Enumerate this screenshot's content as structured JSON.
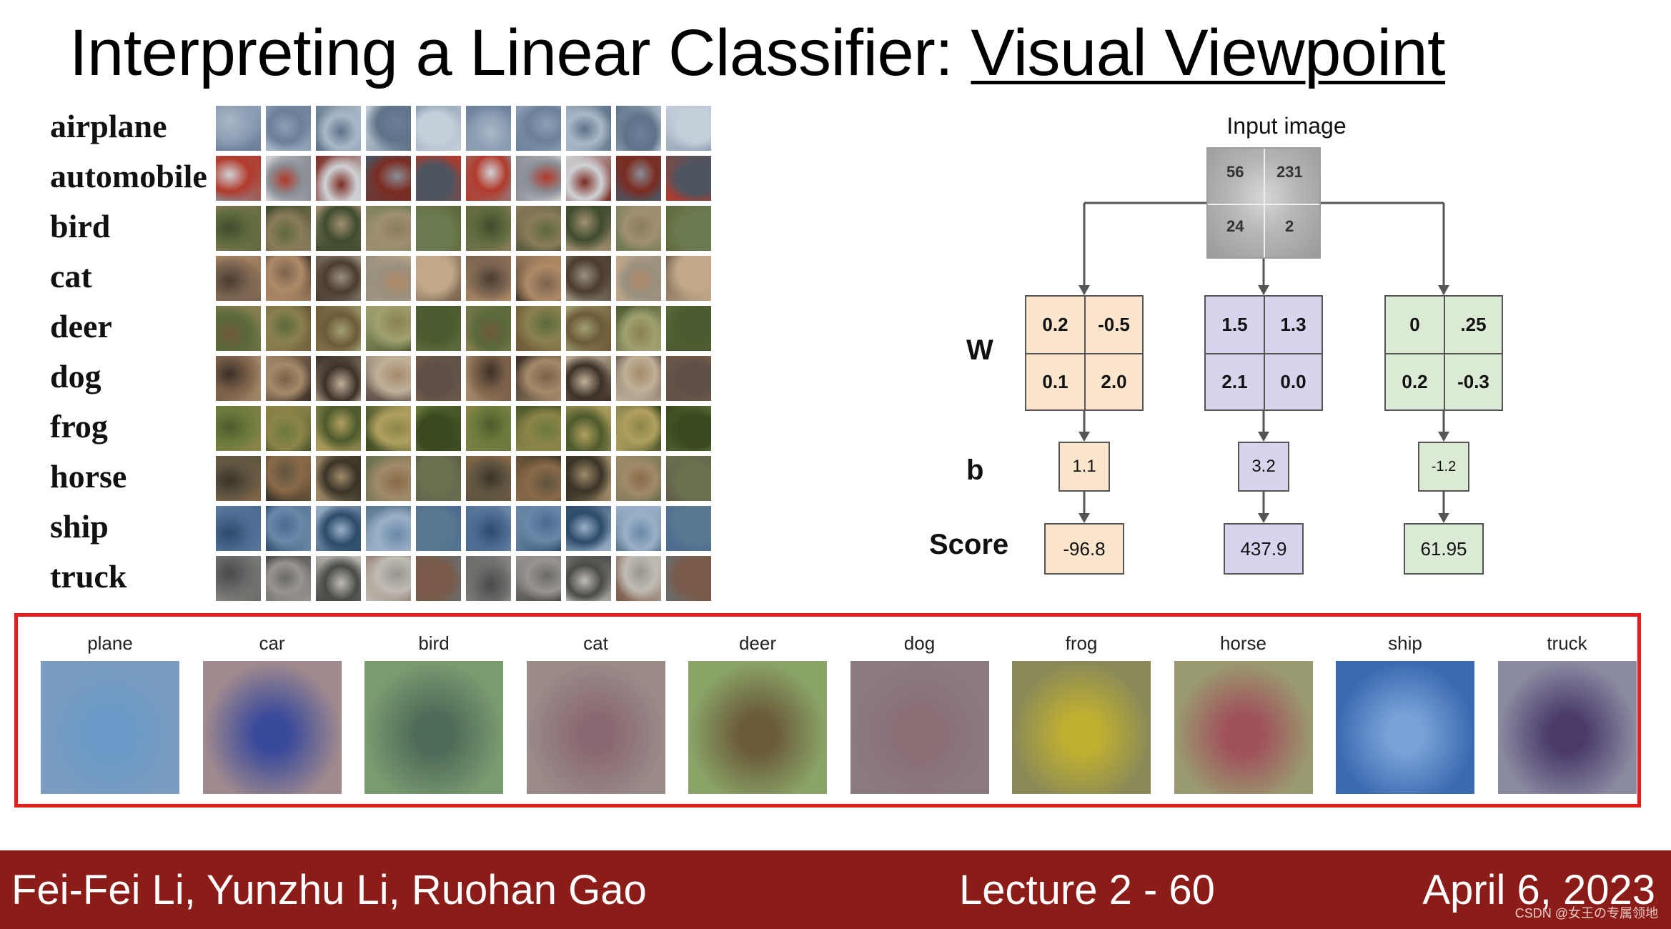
{
  "title_plain": "Interpreting a Linear Classifier: ",
  "title_underlined": "Visual Viewpoint",
  "classes": [
    "airplane",
    "automobile",
    "bird",
    "cat",
    "deer",
    "dog",
    "frog",
    "horse",
    "ship",
    "truck"
  ],
  "class_colors": [
    [
      "#8e9fb4",
      "#6b7f9a",
      "#a8b8c8",
      "#5e7388",
      "#c5cfda"
    ],
    [
      "#b23a2c",
      "#8a8e94",
      "#cfd2d6",
      "#7a2c22",
      "#4d5560"
    ],
    [
      "#5e6a3c",
      "#8a7c5a",
      "#3f4b2e",
      "#a09070",
      "#6c7a50"
    ],
    [
      "#7a6450",
      "#b08a66",
      "#4a3c30",
      "#9a9080",
      "#c0a888"
    ],
    [
      "#5a6a3a",
      "#8a8050",
      "#6e5a38",
      "#a0a070",
      "#4c5c30"
    ],
    [
      "#7a6048",
      "#a48a6a",
      "#3c3028",
      "#c0b098",
      "#5e5048"
    ],
    [
      "#6a7a3c",
      "#8c8448",
      "#4e5a2c",
      "#b0a060",
      "#3a4a20"
    ],
    [
      "#5e5440",
      "#8a6a48",
      "#3a3428",
      "#a08a68",
      "#6a7050"
    ],
    [
      "#4a6a90",
      "#6a88a8",
      "#2c4a6a",
      "#9ab0c8",
      "#5a7890"
    ],
    [
      "#6a6a68",
      "#9a9490",
      "#4a4a48",
      "#c0bcb4",
      "#7a5a48"
    ]
  ],
  "diagram": {
    "input_label": "Input image",
    "pixels": [
      "56",
      "231",
      "24",
      "2"
    ],
    "w_label": "W",
    "b_label": "b",
    "score_label": "Score",
    "columns": [
      {
        "w": [
          "0.2",
          "-0.5",
          "0.1",
          "2.0"
        ],
        "b": "1.1",
        "score": "-96.8",
        "fill": "#fbe5cd"
      },
      {
        "w": [
          "1.5",
          "1.3",
          "2.1",
          "0.0"
        ],
        "b": "3.2",
        "score": "437.9",
        "fill": "#d9d3ee"
      },
      {
        "w": [
          "0",
          ".25",
          "0.2",
          "-0.3"
        ],
        "b": "-1.2",
        "score": "61.95",
        "fill": "#dbead4"
      }
    ],
    "colors": {
      "line": "#555555"
    }
  },
  "templates": [
    {
      "label": "plane",
      "center": "#6a9ac8",
      "edge": "#7a9cc0"
    },
    {
      "label": "car",
      "center": "#3a4a9a",
      "edge": "#a08a8e"
    },
    {
      "label": "bird",
      "center": "#4e6a58",
      "edge": "#7a9a70"
    },
    {
      "label": "cat",
      "center": "#8a6a72",
      "edge": "#9a8a88"
    },
    {
      "label": "deer",
      "center": "#6a5a38",
      "edge": "#8aa468"
    },
    {
      "label": "dog",
      "center": "#8a6e74",
      "edge": "#8a7a80"
    },
    {
      "label": "frog",
      "center": "#c0b030",
      "edge": "#8a8a58"
    },
    {
      "label": "horse",
      "center": "#a0505a",
      "edge": "#9a9a70"
    },
    {
      "label": "ship",
      "center": "#7aa2d8",
      "edge": "#3a6ab0"
    },
    {
      "label": "truck",
      "center": "#4a3a6a",
      "edge": "#8a8aa0"
    }
  ],
  "footer": {
    "authors": "Fei-Fei Li, Yunzhu Li, Ruohan Gao",
    "lecture": "Lecture 2 -   60",
    "date": "April 6, 2023",
    "watermark": "CSDN @女王の专属领地"
  }
}
